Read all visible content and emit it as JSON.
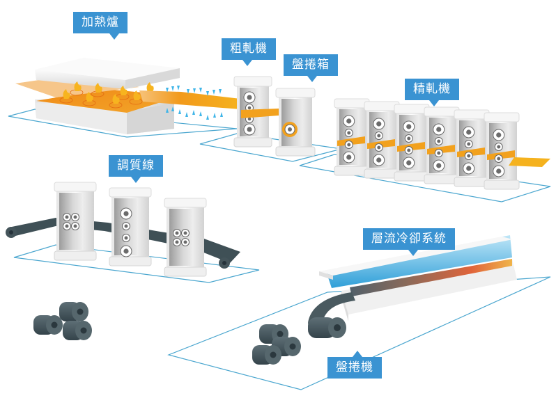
{
  "diagram": {
    "stages": [
      {
        "id": "reheating-furnace",
        "label": "加熱爐"
      },
      {
        "id": "roughing-mill",
        "label": "粗軋機"
      },
      {
        "id": "coil-box",
        "label": "盤捲箱"
      },
      {
        "id": "finishing-mill",
        "label": "精軋機"
      },
      {
        "id": "tempering-line",
        "label": "調質線"
      },
      {
        "id": "laminar-cooling",
        "label": "層流冷卻系統"
      },
      {
        "id": "coiler",
        "label": "盤捲機"
      }
    ],
    "finishing_stand_count": 6,
    "colors": {
      "callout": "#3a93d2",
      "floor_outline": "#4aa6cf",
      "hot_strip": "#f5a623",
      "hot_strip_dark": "#e8801a",
      "steel_coil": "#4a5a60",
      "water_spray": "#3fb5e8",
      "machine_white": "#f2f2f2"
    }
  }
}
